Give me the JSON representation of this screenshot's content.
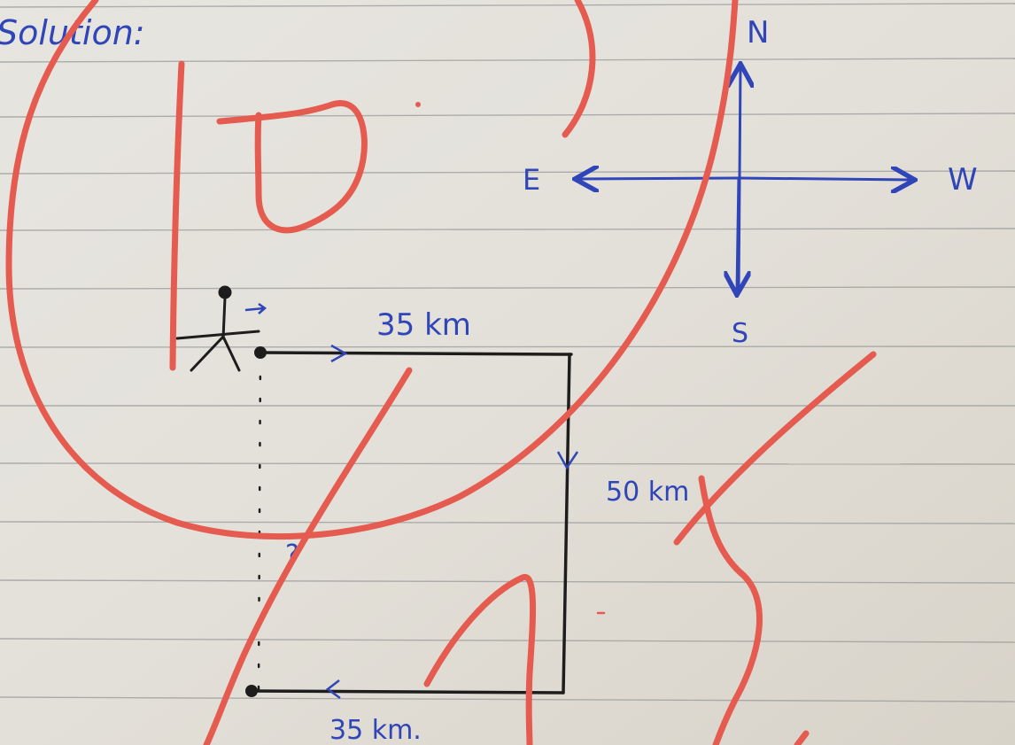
{
  "notes": {
    "heading": "Solution:",
    "compass": {
      "north": "N",
      "south": "S",
      "east": "E",
      "west": "W"
    },
    "legs": {
      "east_leg": "35 km",
      "south_leg": "50 km",
      "west_leg": "35 km."
    },
    "question_mark": "?"
  },
  "colors": {
    "paper": "#e6e3dc",
    "ruled_line": "#9a9a9a",
    "blue_ink": "#2f45b8",
    "black_ink": "#1d1d1d",
    "red_marker": "#e55b50"
  }
}
